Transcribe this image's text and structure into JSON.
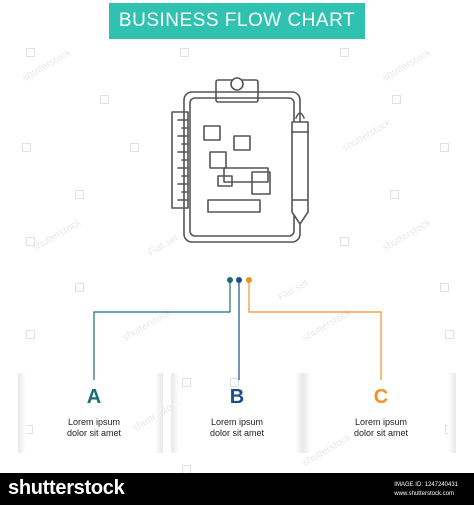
{
  "title": "BUSINESS FLOW CHART",
  "colors": {
    "teal": "#2fc2b0",
    "dark_teal": "#1b6f73",
    "blue": "#1a4f86",
    "orange": "#f39224",
    "line_gray": "#555555"
  },
  "illustration": {
    "icon": "clipboard-algorithm-icon"
  },
  "steps": [
    {
      "letter": "A",
      "text": "Lorem ipsum\ndolor sit amet",
      "color": "#1b6f73"
    },
    {
      "letter": "B",
      "text": "Lorem ipsum\ndolor sit amet",
      "color": "#1a4f86"
    },
    {
      "letter": "C",
      "text": "Lorem ipsum\ndolor sit amet",
      "color": "#f39224"
    }
  ],
  "footer": {
    "brand": "shutterstock",
    "image_id_line": "IMAGE ID: 1247240431",
    "site": "www.shutterstock.com"
  },
  "watermark": {
    "text": "shutterstock",
    "brand_mark": "Flat set"
  }
}
